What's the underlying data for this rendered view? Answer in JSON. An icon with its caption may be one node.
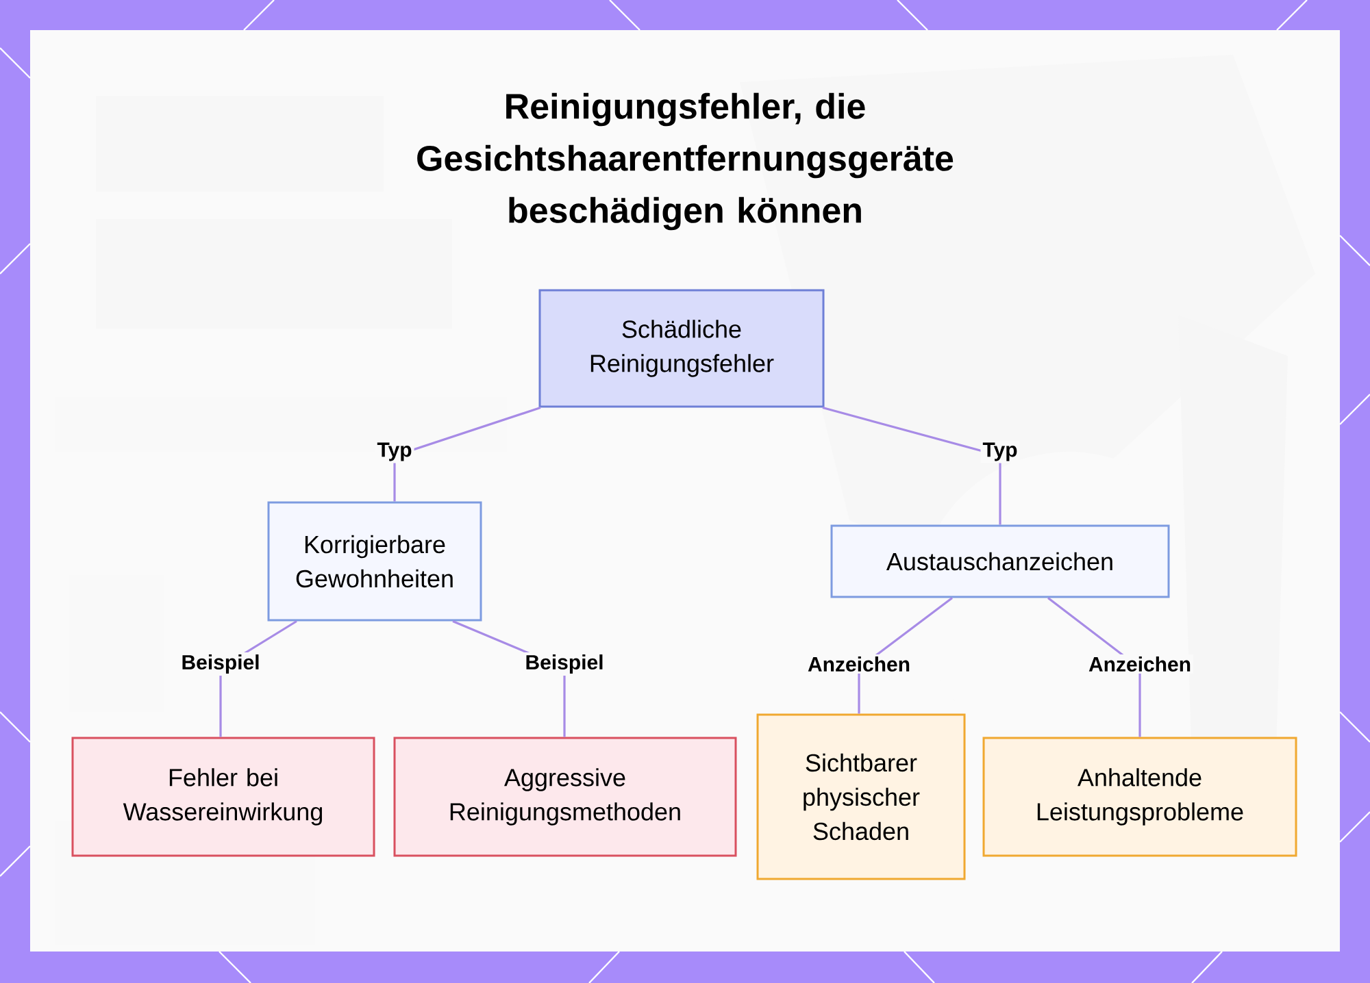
{
  "diagram": {
    "title": "Reinigungsfehler, die Gesichtshaarentfernungsgeräte beschädigen können",
    "nodes": [
      {
        "text": [
          "Schädliche Reinigungsfehler"
        ]
      },
      {
        "text": [
          "Korrigierbare Gewohnheiten"
        ]
      },
      {
        "text": [
          "Austauschanzeichen"
        ]
      },
      {
        "text": [
          "Fehler bei Wassereinwirkung"
        ]
      },
      {
        "text": [
          "Aggressive Reinigungsmethoden"
        ]
      },
      {
        "text": [
          "Sichtbarer physischer Schaden"
        ]
      },
      {
        "text": [
          "Anhaltende Leistungsprobleme"
        ]
      }
    ],
    "edges": [
      {
        "from": 0,
        "to": 1,
        "arrow": "none",
        "label": "Typ"
      },
      {
        "from": 0,
        "to": 2,
        "arrow": "none",
        "label": "Typ"
      },
      {
        "from": 1,
        "to": 3,
        "arrow": "none",
        "label": "Beispiel"
      },
      {
        "from": 1,
        "to": 4,
        "arrow": "none",
        "label": "Beispiel"
      },
      {
        "from": 2,
        "to": 5,
        "arrow": "none",
        "label": "Anzeichen"
      },
      {
        "from": 2,
        "to": 6,
        "arrow": "none",
        "label": "Anzeichen"
      }
    ]
  }
}
